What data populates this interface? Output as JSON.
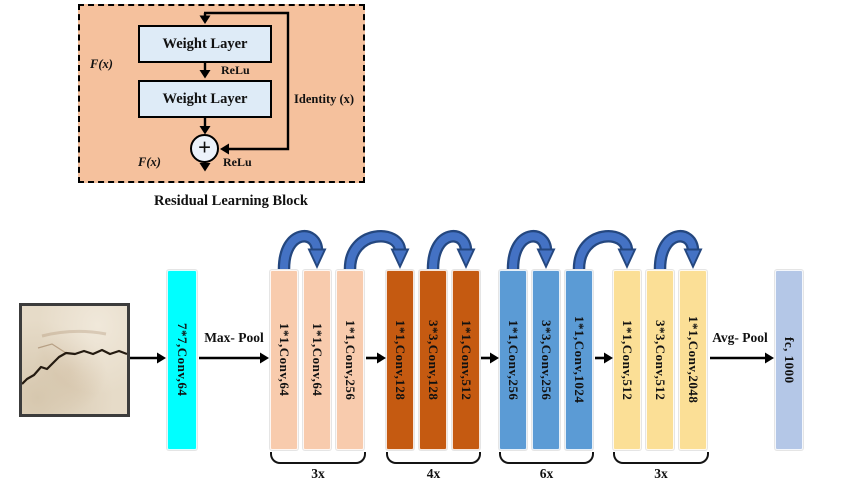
{
  "residual_block": {
    "f_x_input_label": "F(x)",
    "weight_layer_1_label": "Weight Layer",
    "relu_label_1": "ReLu",
    "weight_layer_2_label": "Weight Layer",
    "identity_label": "Identity (x)",
    "plus_sign": "+",
    "f_x_output_label": "F(x)",
    "relu_label_2": "ReLu",
    "caption": "Residual Learning Block",
    "background_color": "#F5C19D",
    "layer_fill_color": "#DEEBF7"
  },
  "network": {
    "input_image_name": "concrete-crack-photo",
    "stem_conv": {
      "label": "7*7,Conv,64",
      "color": "#00FFFF"
    },
    "max_pool_label": "Max- Pool",
    "avg_pool_label": "Avg- Pool",
    "groups": [
      {
        "repeat_label": "3x",
        "color": "#F8CBAD",
        "bars": [
          "1*1,Conv,64",
          "1*1,Conv,64",
          "1*1,Conv,256"
        ]
      },
      {
        "repeat_label": "4x",
        "color": "#C55A11",
        "bars": [
          "1*1,Conv,128",
          "3*3,Conv,128",
          "1*1,Conv,512"
        ]
      },
      {
        "repeat_label": "6x",
        "color": "#5B9BD5",
        "bars": [
          "1*1,Conv,256",
          "3*3,Conv,256",
          "1*1,Conv,1024"
        ]
      },
      {
        "repeat_label": "3x",
        "color": "#FBDF96",
        "bars": [
          "1*1,Conv,512",
          "3*3,Conv,512",
          "1*1,Conv,2048"
        ]
      }
    ],
    "fc_layer": {
      "label": "fc, 1000",
      "color": "#B4C7E7"
    },
    "skip_connection_color": "#4472C4",
    "arrow_color": "#000000"
  }
}
